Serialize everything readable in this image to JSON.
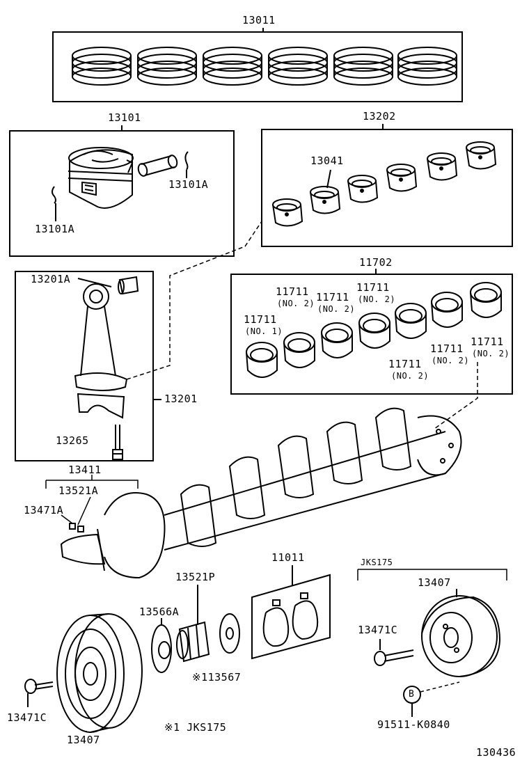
{
  "diagram": {
    "labels": {
      "piston_rings": "13011",
      "piston_set": "13101",
      "snap_ring_right": "13101A",
      "snap_ring_left": "13101A",
      "rod_bearing_set": "13202",
      "rod_bearing": "13041",
      "rod_bushing": "13201A",
      "connecting_rod": "13201",
      "rod_bolt": "13265",
      "main_bearing_set": "11702",
      "mb_no1_num": "11711",
      "mb_no1_sub": "(NO. 1)",
      "mb_a_num": "11711",
      "mb_a_sub": "(NO. 2)",
      "mb_b_num": "11711",
      "mb_b_sub": "(NO. 2)",
      "mb_c_num": "11711",
      "mb_c_sub": "(NO. 2)",
      "mb_d_num": "11711",
      "mb_d_sub": "(NO. 2)",
      "mb_e_num": "11711",
      "mb_e_sub": "(NO. 2)",
      "mb_f_num": "11711",
      "mb_f_sub": "(NO. 2)",
      "crankshaft": "13411",
      "pin": "13521A",
      "key": "13471A",
      "thrust_washer": "11011",
      "sprocket": "13521P",
      "washer_a": "13566A",
      "washer_b": "※113567",
      "pulley_bolt_left": "13471C",
      "pulley_left": "13407",
      "footnote": "※1 JKS175",
      "variant_header": "JKS175",
      "pulley_right": "13407",
      "pulley_bolt_right": "13471C",
      "ref_b": "B",
      "bolt_partno": "91511-K0840",
      "diagram_id": "130436"
    }
  }
}
